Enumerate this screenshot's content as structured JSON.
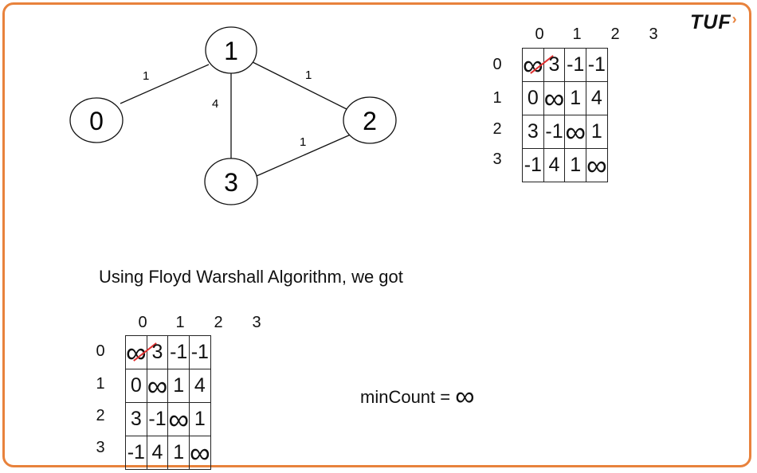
{
  "logo": {
    "text": "TUF",
    "chevron": "›"
  },
  "graph": {
    "nodes": [
      {
        "id": "n1",
        "label": "1"
      },
      {
        "id": "n0",
        "label": "0"
      },
      {
        "id": "n2",
        "label": "2"
      },
      {
        "id": "n3",
        "label": "3"
      }
    ],
    "edges": [
      {
        "from": "0",
        "to": "1",
        "weight": "1"
      },
      {
        "from": "1",
        "to": "2",
        "weight": "1"
      },
      {
        "from": "1",
        "to": "3",
        "weight": "4"
      },
      {
        "from": "3",
        "to": "2",
        "weight": "1"
      }
    ]
  },
  "matrix_top": {
    "col_headers": [
      "0",
      "1",
      "2",
      "3"
    ],
    "row_headers": [
      "0",
      "1",
      "2",
      "3"
    ],
    "rows": [
      [
        "∞",
        "3",
        "-1",
        "-1"
      ],
      [
        "0",
        "∞",
        "1",
        "4"
      ],
      [
        "3",
        "-1",
        "∞",
        "1"
      ],
      [
        "-1",
        "4",
        "1",
        "∞"
      ]
    ]
  },
  "caption": "Using Floyd Warshall Algorithm, we got",
  "matrix_bottom": {
    "col_headers": [
      "0",
      "1",
      "2",
      "3"
    ],
    "row_headers": [
      "0",
      "1",
      "2",
      "3"
    ],
    "rows": [
      [
        "∞",
        "3",
        "-1",
        "-1"
      ],
      [
        "0",
        "∞",
        "1",
        "4"
      ],
      [
        "3",
        "-1",
        "∞",
        "1"
      ],
      [
        "-1",
        "4",
        "1",
        "∞"
      ]
    ]
  },
  "min_count": {
    "label": "minCount = ",
    "value": "∞"
  },
  "colors": {
    "accent": "#e8823c",
    "strike": "#e03030"
  }
}
